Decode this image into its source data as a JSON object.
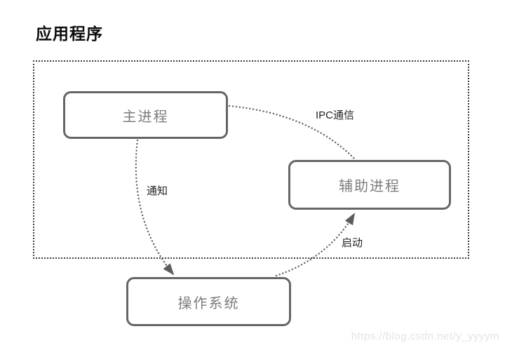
{
  "page": {
    "title": "应用程序",
    "watermark": "https://blog.csdn.net/y_yyyym"
  },
  "diagram": {
    "boundary_label": "应用程序",
    "nodes": [
      {
        "id": "main-process",
        "label": "主进程"
      },
      {
        "id": "helper-process",
        "label": "辅助进程"
      },
      {
        "id": "operating-system",
        "label": "操作系统"
      }
    ],
    "edges": [
      {
        "id": "ipc",
        "label": "IPC通信",
        "from": "main-process",
        "to": "helper-process",
        "arrowhead": false
      },
      {
        "id": "notify",
        "label": "通知",
        "from": "main-process",
        "to": "operating-system",
        "arrowhead": true
      },
      {
        "id": "launch",
        "label": "启动",
        "from": "operating-system",
        "to": "helper-process",
        "arrowhead": true
      }
    ]
  },
  "colors": {
    "box_border": "#666666",
    "box_text": "#7c7c7c",
    "edge_stroke": "#666666",
    "edge_label": "#1f1f1f",
    "title_text": "#0d0d0d",
    "boundary_border": "#3b3b3b",
    "watermark": "#e3e3e3",
    "canvas_bg": "#ffffff"
  }
}
